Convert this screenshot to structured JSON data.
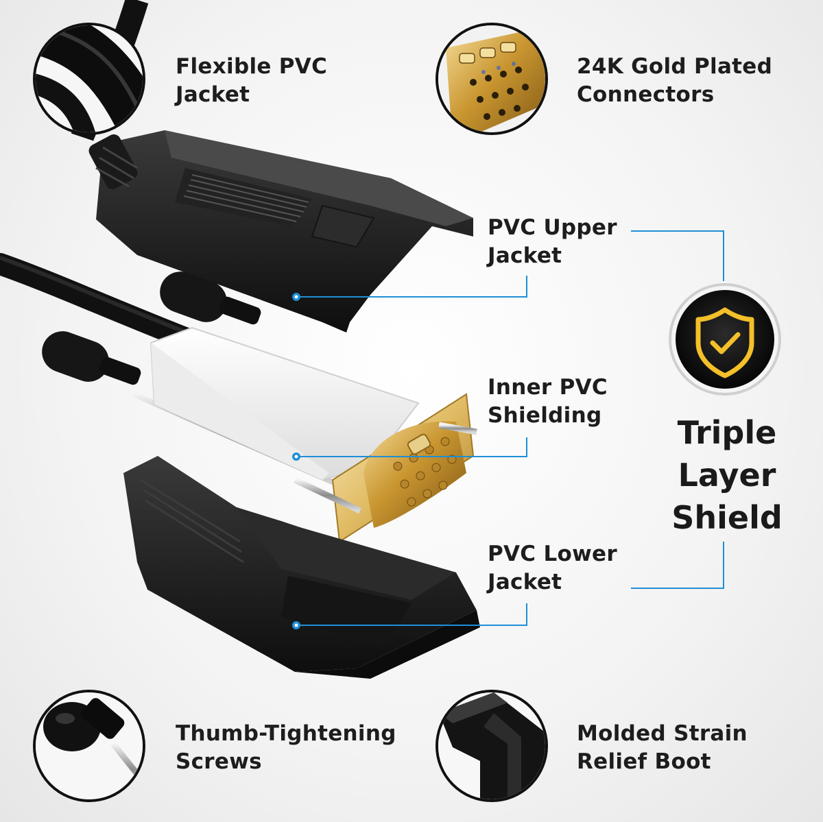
{
  "features": {
    "flexible_pvc_jacket": {
      "line1": "Flexible PVC",
      "line2": "Jacket"
    },
    "gold_connectors": {
      "line1": "24K Gold Plated",
      "line2": "Connectors"
    },
    "thumb_screws": {
      "line1": "Thumb-Tightening",
      "line2": "Screws"
    },
    "strain_relief": {
      "line1": "Molded Strain",
      "line2": "Relief Boot"
    }
  },
  "layers": {
    "upper": {
      "line1": "PVC Upper",
      "line2": "Jacket"
    },
    "inner": {
      "line1": "Inner PVC",
      "line2": "Shielding"
    },
    "lower": {
      "line1": "PVC Lower",
      "line2": "Jacket"
    }
  },
  "shield": {
    "line1": "Triple",
    "line2": "Layer",
    "line3": "Shield",
    "icon": "shield-check-icon"
  },
  "colors": {
    "accent_blue": "#1f8fd6",
    "gold": "#d8a93a",
    "dark": "#1b1b1b"
  }
}
